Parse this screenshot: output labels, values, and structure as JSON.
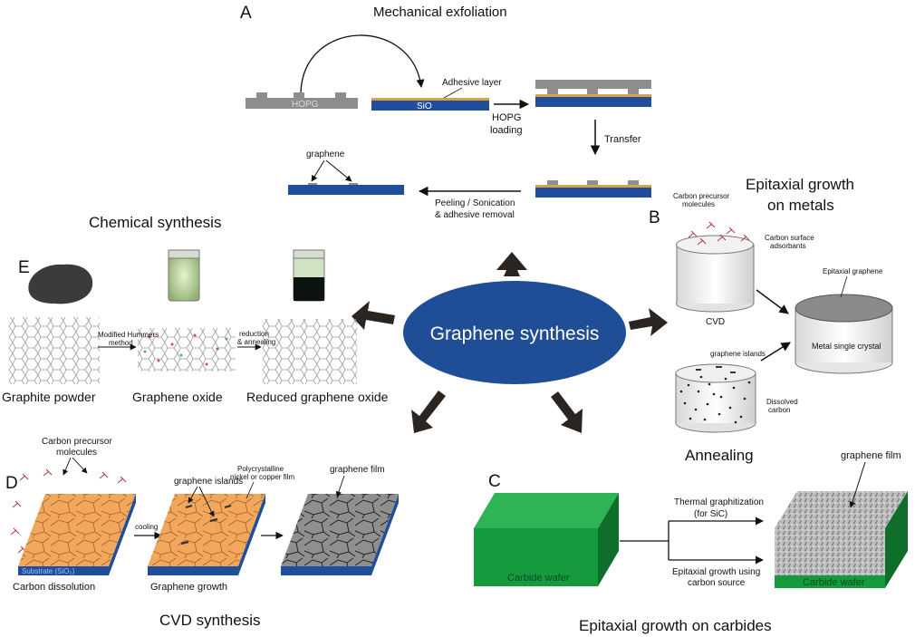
{
  "center": {
    "title": "Graphene synthesis"
  },
  "panel_a": {
    "letter": "A",
    "title": "Mechanical exfoliation",
    "hopg": "HOPG",
    "sio2": "SiO",
    "adhesive": "Adhesive layer",
    "loading_1": "HOPG",
    "loading_2": "loading",
    "transfer": "Transfer",
    "peeling_1": "Peeling / Sonication",
    "peeling_2": "& adhesive removal",
    "graphene": "graphene"
  },
  "panel_b": {
    "letter": "B",
    "title_1": "Epitaxial growth",
    "title_2": "on metals",
    "carbon_precursor_1": "Carbon precursor",
    "carbon_precursor_2": "molecules",
    "carbon_surface_1": "Carbon surface",
    "carbon_surface_2": "adsorbants",
    "cvd": "CVD",
    "epitaxial_graphene": "Epitaxial graphene",
    "metal_single_crystal": "Metal single crystal",
    "graphene_islands": "graphene islands",
    "dissolved_1": "Dissolved",
    "dissolved_2": "carbon",
    "annealing": "Annealing"
  },
  "panel_c": {
    "letter": "C",
    "carbide_wafer_left": "Carbide wafer",
    "thermal_1": "Thermal graphitization",
    "thermal_2": "(for SiC)",
    "epitaxial_1": "Epitaxial growth using",
    "epitaxial_2": "carbon source",
    "graphene_film": "graphene film",
    "carbide_wafer_right": "Carbide wafer",
    "title": "Epitaxial growth on carbides"
  },
  "panel_d": {
    "letter": "D",
    "carbon_precursor_1": "Carbon precursor",
    "carbon_precursor_2": "molecules",
    "graphene_islands": "graphene islands",
    "polycrystalline_1": "Polycrystalline",
    "polycrystalline_2": "nickel or copper film",
    "graphene_film": "graphene film",
    "cooling": "cooling",
    "substrate": "Substrate (SiO₂)",
    "carbon_dissolution": "Carbon dissolution",
    "graphene_growth": "Graphene growth",
    "title": "CVD synthesis"
  },
  "panel_e": {
    "letter": "E",
    "title": "Chemical synthesis",
    "modified_1": "Modified Hummers",
    "modified_2": "method",
    "reduction_1": "reduction",
    "reduction_2": "& annealing",
    "graphite_powder": "Graphite powder",
    "graphene_oxide": "Graphene oxide",
    "reduced": "Reduced graphene oxide"
  },
  "colors": {
    "ellipse_blue": "#1f4e96",
    "substrate_blue": "#1f4f9a",
    "carbide_green": "#169a3e",
    "copper_orange": "#f2a85c",
    "graphene_gray": "#8a8a8a",
    "arrow_dark": "#2a2520"
  }
}
